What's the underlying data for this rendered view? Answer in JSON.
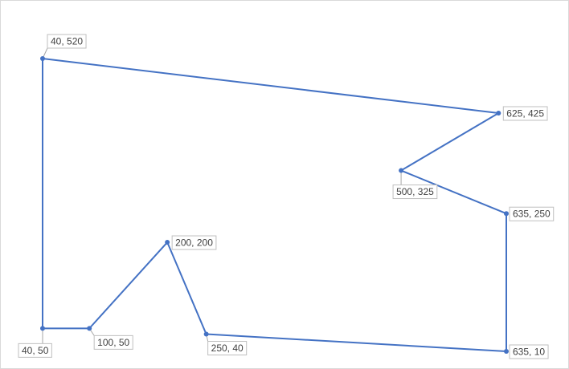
{
  "chart_data": {
    "type": "scatter",
    "series": [
      {
        "color": "#4472c4",
        "points": [
          {
            "x": 40,
            "y": 520,
            "label": "40, 520"
          },
          {
            "x": 625,
            "y": 425,
            "label": "625, 425"
          },
          {
            "x": 500,
            "y": 325,
            "label": "500, 325"
          },
          {
            "x": 635,
            "y": 250,
            "label": "635, 250"
          },
          {
            "x": 635,
            "y": 10,
            "label": "635, 10"
          },
          {
            "x": 250,
            "y": 40,
            "label": "250, 40"
          },
          {
            "x": 200,
            "y": 200,
            "label": "200, 200"
          },
          {
            "x": 100,
            "y": 50,
            "label": "100, 50"
          },
          {
            "x": 40,
            "y": 50,
            "label": "40, 50"
          },
          {
            "x": 40,
            "y": 520,
            "label": ""
          }
        ]
      }
    ],
    "axes_visible": false,
    "grid": false,
    "legend": "none",
    "line_style": "straight lines with markers"
  }
}
